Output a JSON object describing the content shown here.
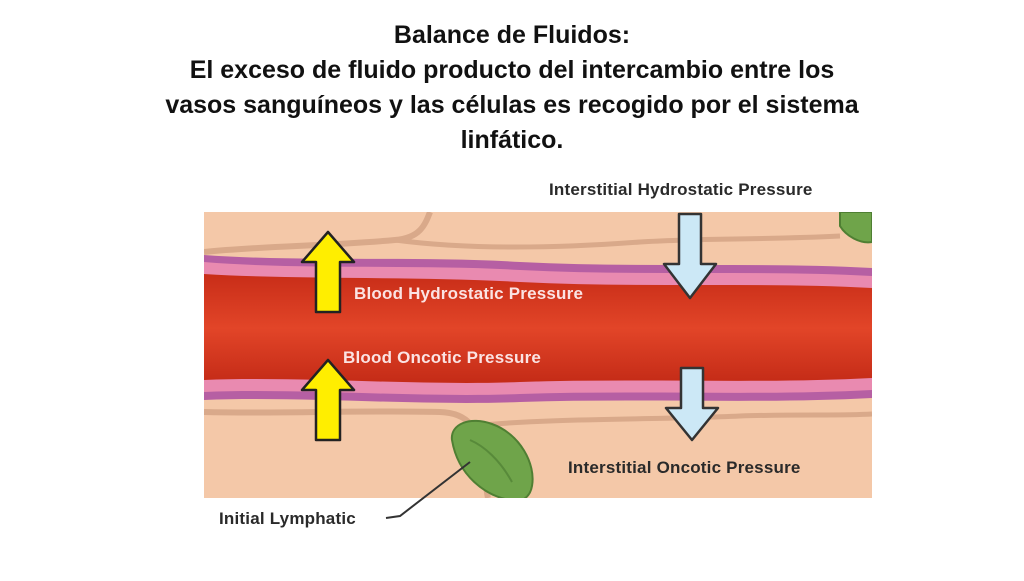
{
  "title": {
    "line1": "Balance de Fluidos:",
    "line2": "El exceso de fluido producto del intercambio entre los",
    "line3": "vasos sanguíneos y las células es recogido por el sistema",
    "line4": "linfático."
  },
  "diagram": {
    "labels": {
      "interstitial_hydrostatic": "Interstitial Hydrostatic Pressure",
      "blood_hydrostatic": "Blood Hydrostatic Pressure",
      "blood_oncotic": "Blood Oncotic Pressure",
      "interstitial_oncotic": "Interstitial Oncotic Pressure",
      "initial_lymphatic": "Initial Lymphatic"
    },
    "colors": {
      "tissue": "#f4c8a8",
      "tissue_border": "#d9a98a",
      "blood": "#d93a22",
      "vessel_wall": "#b65fa3",
      "endothelium": "#e98ab0",
      "yellow_arrow": "#ffee00",
      "blue_arrow": "#cce8f6",
      "lymphatic": "#6fa44a"
    },
    "icons": [
      "up-arrow-icon",
      "down-arrow-icon"
    ]
  }
}
